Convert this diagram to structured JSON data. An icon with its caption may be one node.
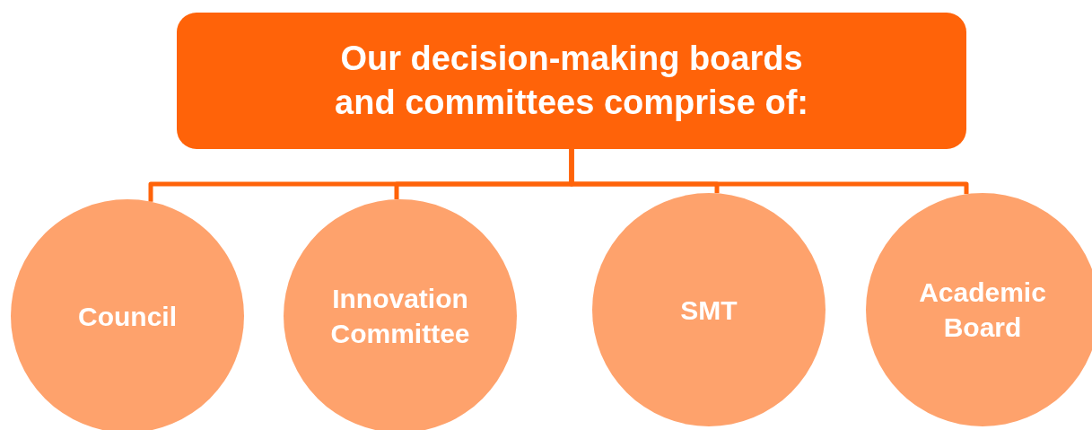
{
  "diagram": {
    "nodes": [
      {
        "text": [
          "Our decision-making boards and committees comprise of:"
        ]
      },
      {
        "text": [
          "Council"
        ]
      },
      {
        "text": [
          "Innovation Committee"
        ]
      },
      {
        "text": [
          "SMT"
        ]
      },
      {
        "text": [
          "Academic Board"
        ]
      }
    ],
    "edges": [
      {
        "from": 0,
        "to": 1,
        "arrow": "none"
      },
      {
        "from": 0,
        "to": 2,
        "arrow": "none"
      },
      {
        "from": 0,
        "to": 3,
        "arrow": "none"
      },
      {
        "from": 0,
        "to": 4,
        "arrow": "none"
      }
    ]
  }
}
